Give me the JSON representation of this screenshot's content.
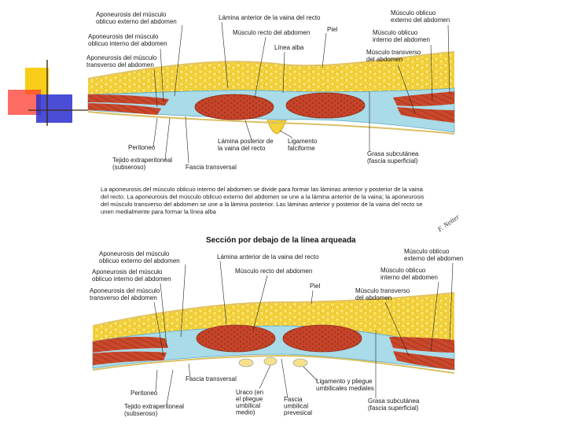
{
  "colors": {
    "fat": "#f4d23a",
    "fat_dot": "#e8b81c",
    "muscle": "#c9482c",
    "muscle_dark": "#9a2f1c",
    "fascia": "#a9dbe8",
    "fascia_line": "#5aa9c4",
    "skin": "#f7e7a4",
    "deco_yellow": "#f7c900",
    "deco_red": "#ff3b30",
    "deco_blue": "#2a2fcf"
  },
  "upper": {
    "labels": {
      "ext_oblique_apo": [
        "Aponeurosis del músculo",
        "oblicuo externo del abdomen"
      ],
      "int_oblique_apo": [
        "Aponeurosis del músculo",
        "oblicuo interno del abdomen"
      ],
      "transverse_apo": [
        "Aponeurosis del músculo",
        "transverso del abdomen"
      ],
      "anterior_sheath": [
        "Lámina anterior de la vaina del recto"
      ],
      "rectus": [
        "Músculo recto del abdomen"
      ],
      "linea_alba": [
        "Línea alba"
      ],
      "skin": [
        "Piel"
      ],
      "ext_oblique": [
        "Músculo oblicuo",
        "externo del abdomen"
      ],
      "int_oblique": [
        "Músculo oblicuo",
        "interno del abdomen"
      ],
      "transverse": [
        "Músculo transverso",
        "del abdomen"
      ],
      "peritoneum": [
        "Peritoneo"
      ],
      "extraperitoneal": [
        "Tejido extraperitoneal",
        "(subseroso)"
      ],
      "transversalis": [
        "Fascia transversal"
      ],
      "posterior_sheath": [
        "Lámina posterior de",
        "la vaina del recto"
      ],
      "falciform": [
        "Ligamento",
        "falciforme"
      ],
      "subcutaneous": [
        "Grasa subcutánea",
        "(fascia superficial)"
      ]
    },
    "caption": [
      "La  aponeurosis del músculo oblicuo interno del abdomen se divide para formar las láminas anterior y posterior de la vaina",
      "del recto. La aponeurosis del músculo oblicuo externo del abdomen se une a la lámina anterior de la vaina; la aponeurosis",
      "del músculo transverso del abdomen se une a la lámina posterior. Las láminas anterior y posterior de la vaina del recto se",
      "unen medialmente para formar la línea alba"
    ],
    "signature": "F. Netter"
  },
  "lower": {
    "heading": "Sección por debajo de la línea arqueada",
    "labels": {
      "ext_oblique_apo": [
        "Aponeurosis del músculo",
        "oblicuo externo del abdomen"
      ],
      "int_oblique_apo": [
        "Aponeurosis del músculo",
        "oblicuo interno del abdomen"
      ],
      "transverse_apo": [
        "Aponeurosis del músculo",
        "transverso del abdomen"
      ],
      "anterior_sheath": [
        "Lámina anterior de la vaina del recto"
      ],
      "rectus": [
        "Músculo recto del abdomen"
      ],
      "skin": [
        "Piel"
      ],
      "ext_oblique": [
        "Músculo oblicuo",
        "externo del abdomen"
      ],
      "int_oblique": [
        "Músculo oblicuo",
        "interno del abdomen"
      ],
      "transverse": [
        "Músculo transverso",
        "del abdomen"
      ],
      "transversalis": [
        "Fascia transversal"
      ],
      "peritoneum": [
        "Peritoneo"
      ],
      "extraperitoneal": [
        "Tejido extraperitoneal",
        "(subseroso)"
      ],
      "urachus": [
        "Uraco (en",
        "el pliegue",
        "umbilical",
        "medio)"
      ],
      "prevesical": [
        "Fascia",
        "umbilical",
        "prevesical"
      ],
      "medial_folds": [
        "Ligamento y pliegue",
        "umbilicales mediales"
      ],
      "subcutaneous": [
        "Grasa subcutánea",
        "(fascia superficial)"
      ]
    }
  }
}
